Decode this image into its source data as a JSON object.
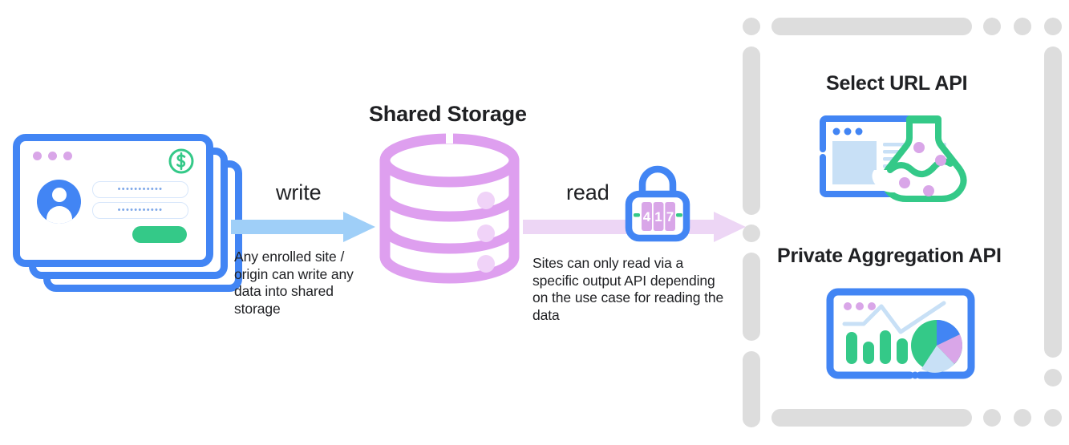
{
  "diagram": {
    "title_center": "Shared Storage",
    "flows": [
      {
        "name": "write",
        "label": "write",
        "caption": "Any enrolled site / origin can write any data into shared storage",
        "arrow_color": "#9FCFF8"
      },
      {
        "name": "read",
        "label": "read",
        "caption": "Sites can only read via a specific output API depending on the use case for reading the data",
        "arrow_color": "#EDD6F5"
      }
    ],
    "lock": {
      "combination": "417",
      "digits": [
        "4",
        "1",
        "7"
      ],
      "body_color": "#4285F4",
      "dial_color": "#D9A6E8"
    },
    "storage": {
      "color": "#DE9FEF",
      "segments": 3
    },
    "source": {
      "name": "browser-window-stack",
      "card_count": 3,
      "password_masks": [
        "•••••••••••",
        "•••••••••••"
      ],
      "badge": "dollar-sign",
      "accent_color": "#4285F4",
      "button_color": "#34C988"
    },
    "output_panel": {
      "border_style": "dashed",
      "border_color": "#DDDDDD",
      "apis": [
        {
          "name": "select-url-api",
          "title": "Select URL API",
          "illustration": "browser-window-with-flask"
        },
        {
          "name": "private-aggregation-api",
          "title": "Private Aggregation API",
          "illustration": "browser-window-with-charts"
        }
      ]
    },
    "palette": {
      "blue": "#4285F4",
      "light_blue": "#9FCFF8",
      "purple": "#DE9FEF",
      "light_purple": "#EDD6F5",
      "green": "#34C988",
      "dark_text": "#202124",
      "gray": "#DDDDDD"
    }
  }
}
